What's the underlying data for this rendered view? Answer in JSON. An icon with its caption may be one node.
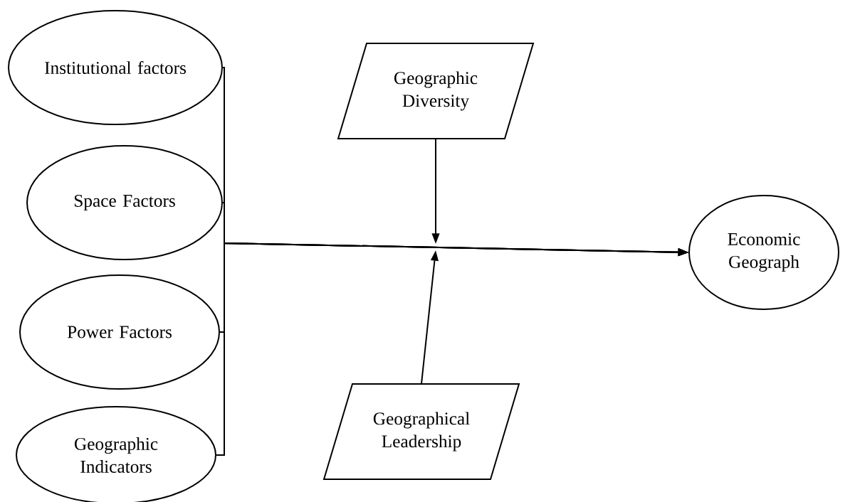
{
  "diagram": {
    "nodes": [
      {
        "text": [
          "Institutional factors"
        ]
      },
      {
        "text": [
          "Space Factors"
        ]
      },
      {
        "text": [
          "Power Factors"
        ]
      },
      {
        "text": [
          "Geographic Indicators"
        ]
      },
      {
        "text": [
          "Geographic Diversity"
        ]
      },
      {
        "text": [
          "Geographical Leadership"
        ]
      },
      {
        "text": [
          "Economic Geograph"
        ]
      }
    ],
    "edges": [
      {
        "from": 0,
        "to": 6,
        "arrow": "to"
      },
      {
        "from": 1,
        "to": 6,
        "arrow": "to"
      },
      {
        "from": 2,
        "to": 6,
        "arrow": "to"
      },
      {
        "from": 3,
        "to": 6,
        "arrow": "to"
      },
      {
        "from": 4,
        "to": null,
        "arrow": "to"
      },
      {
        "from": 5,
        "to": null,
        "arrow": "to"
      }
    ]
  }
}
